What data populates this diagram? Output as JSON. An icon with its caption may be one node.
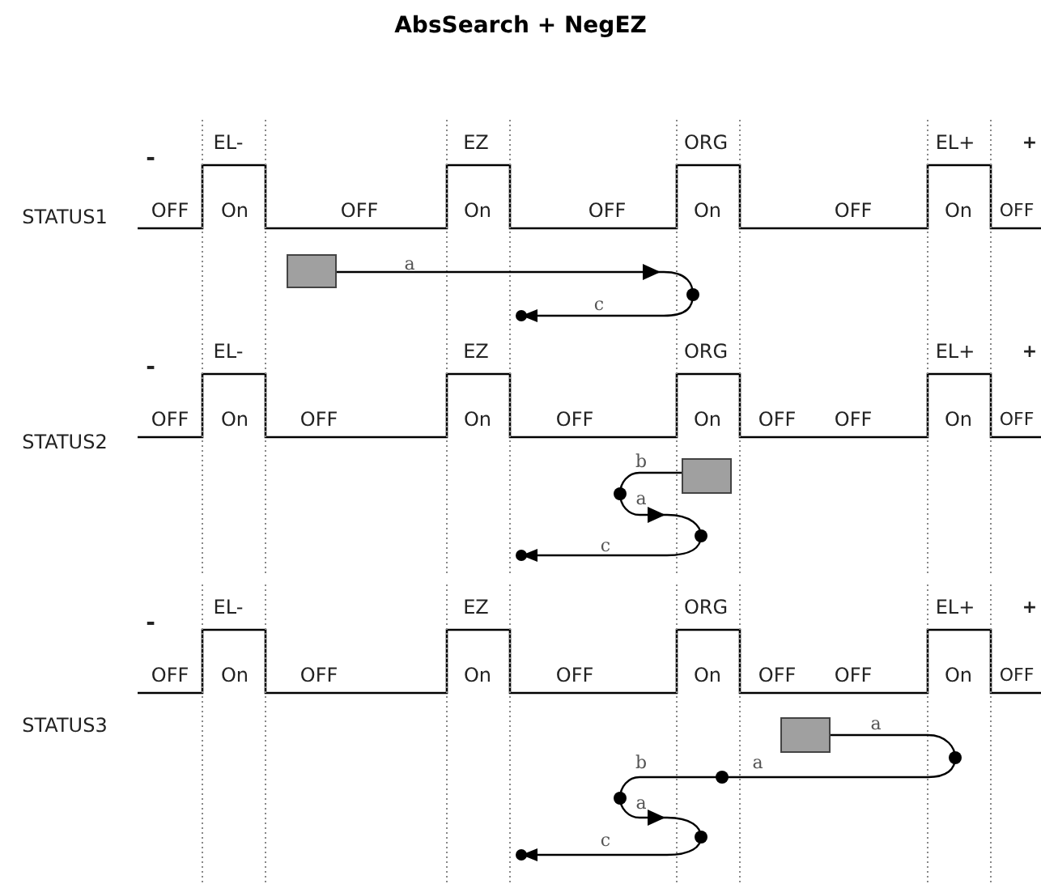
{
  "diagram": {
    "title": "AbsSearch + NegEZ",
    "nodes": [
      {
        "text": [],
        "shape": "box"
      },
      {
        "text": [],
        "shape": "box"
      },
      {
        "text": [],
        "shape": "box"
      }
    ],
    "edges": [
      {
        "from": 0,
        "to": null,
        "arrow": "to"
      },
      {
        "from": 1,
        "to": null,
        "arrow": "to"
      },
      {
        "from": 2,
        "to": null,
        "arrow": "to"
      }
    ],
    "labels": [
      "-",
      "EL-",
      "EZ",
      "ORG",
      "EL+",
      "+",
      "STATUS1",
      "OFF",
      "On",
      "OFF",
      "On",
      "OFF",
      "On",
      "OFF",
      "On",
      "OFF",
      "a",
      "c",
      "-",
      "EL-",
      "EZ",
      "ORG",
      "EL+",
      "+",
      "STATUS2",
      "OFF",
      "On",
      "OFF",
      "On",
      "OFF",
      "On",
      "OFF",
      "OFF",
      "On",
      "OFF",
      "b",
      "a",
      "c",
      "-",
      "EL-",
      "EZ",
      "ORG",
      "EL+",
      "+",
      "STATUS3",
      "OFF",
      "On",
      "OFF",
      "On",
      "OFF",
      "On",
      "OFF",
      "OFF",
      "On",
      "OFF",
      "a",
      "b",
      "a",
      "a",
      "c"
    ]
  }
}
